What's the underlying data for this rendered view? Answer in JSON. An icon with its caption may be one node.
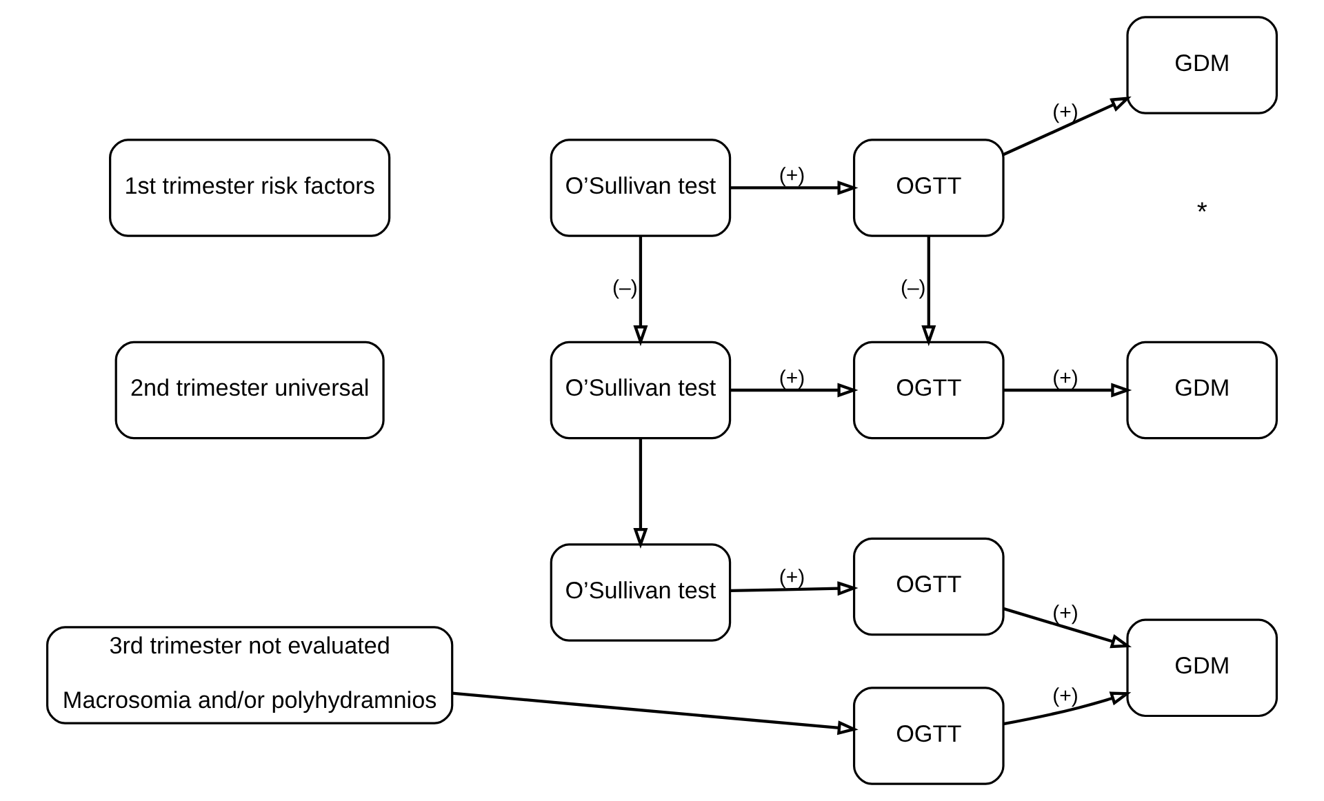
{
  "diagram": {
    "nodes": [
      {
        "text": [
          "1st trimester risk factors"
        ]
      },
      {
        "text": [
          "O’Sullivan test"
        ]
      },
      {
        "text": [
          "OGTT"
        ]
      },
      {
        "text": [
          "GDM"
        ]
      },
      {
        "text": [
          "2nd trimester universal"
        ]
      },
      {
        "text": [
          "O’Sullivan test"
        ]
      },
      {
        "text": [
          "OGTT"
        ]
      },
      {
        "text": [
          "GDM"
        ]
      },
      {
        "text": [
          "3rd trimester not evaluated",
          "Macrosomia and/or polyhydramnios"
        ]
      },
      {
        "text": [
          "O’Sullivan test"
        ]
      },
      {
        "text": [
          "OGTT"
        ]
      },
      {
        "text": [
          "OGTT"
        ]
      },
      {
        "text": [
          "GDM"
        ]
      }
    ],
    "edges": [
      {
        "from": 1,
        "to": 2,
        "arrow": "to",
        "label": "(+)"
      },
      {
        "from": 2,
        "to": 3,
        "arrow": "to",
        "label": "(+)"
      },
      {
        "from": 1,
        "to": 5,
        "arrow": "to",
        "label": "(–)"
      },
      {
        "from": 2,
        "to": 6,
        "arrow": "to",
        "label": "(–)"
      },
      {
        "from": 5,
        "to": 6,
        "arrow": "to",
        "label": "(+)"
      },
      {
        "from": 6,
        "to": 7,
        "arrow": "to",
        "label": "(+)"
      },
      {
        "from": 5,
        "to": 9,
        "arrow": "to"
      },
      {
        "from": 9,
        "to": 10,
        "arrow": "to",
        "label": "(+)"
      },
      {
        "from": 10,
        "to": 12,
        "arrow": "to",
        "label": "(+)"
      },
      {
        "from": 8,
        "to": 11,
        "arrow": "to"
      },
      {
        "from": 11,
        "to": 12,
        "arrow": "to",
        "label": "(+)"
      }
    ],
    "labels": [
      "*"
    ]
  }
}
